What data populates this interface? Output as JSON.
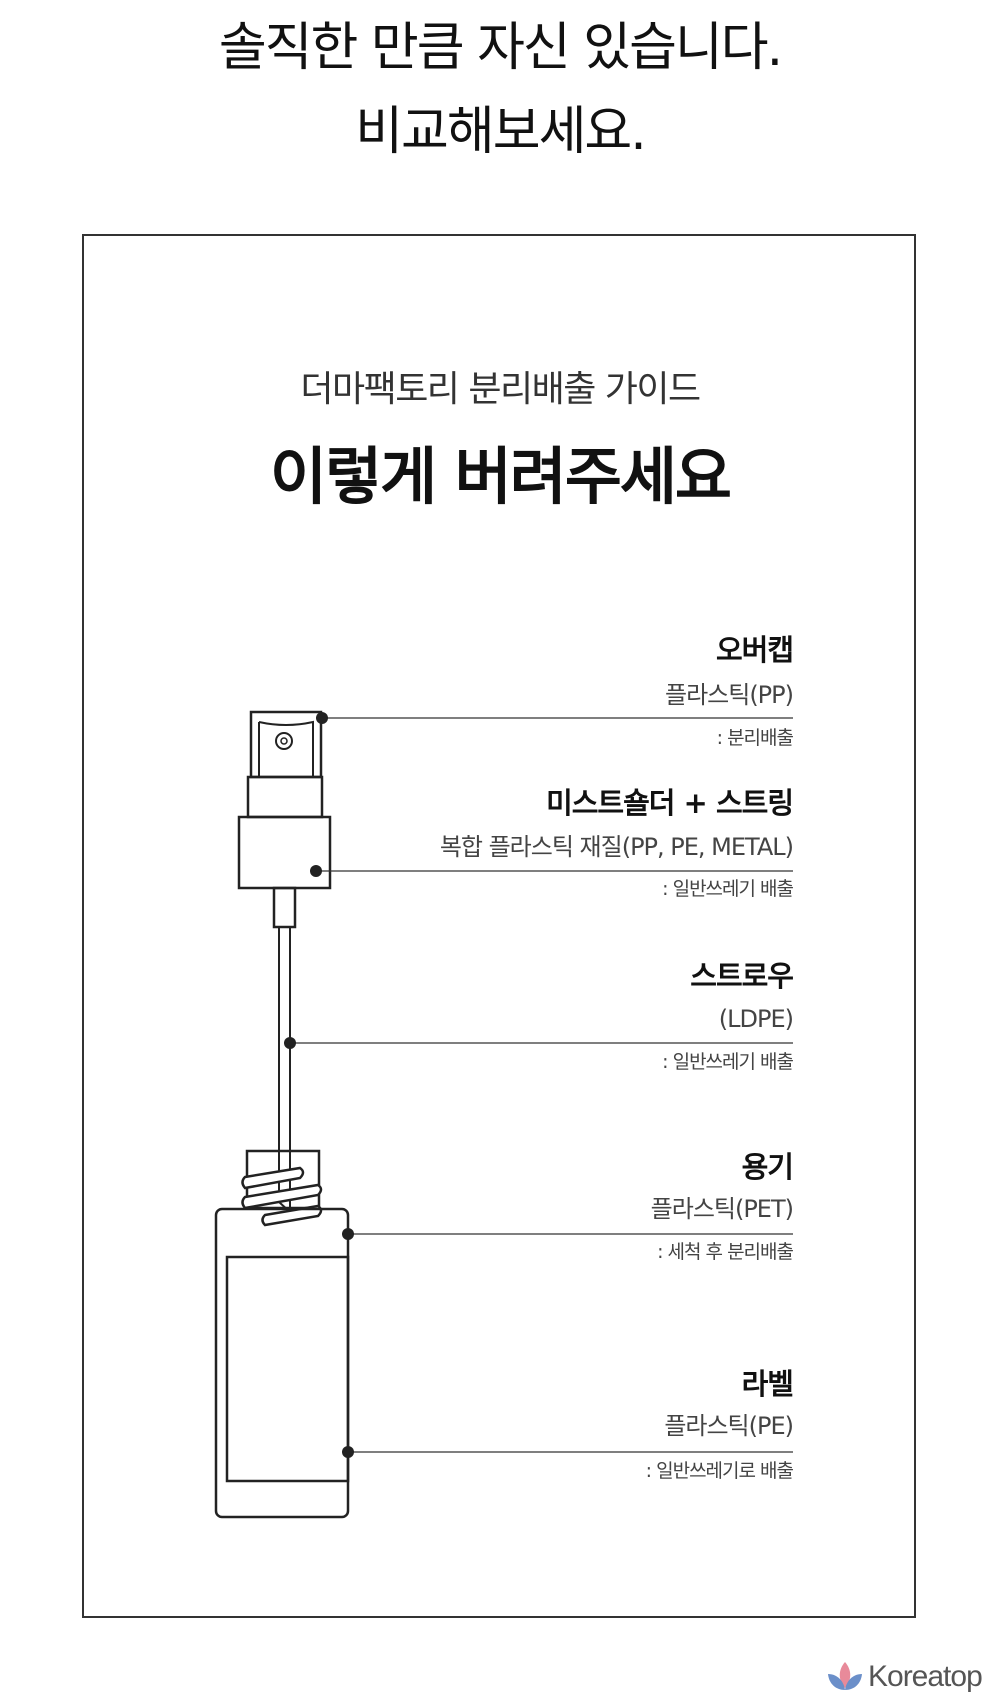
{
  "header": {
    "line1": "솔직한 만큼 자신 있습니다.",
    "line2": "비교해보세요."
  },
  "guide": {
    "subtitle": "더마팩토리 분리배출 가이드",
    "title": "이렇게 버려주세요",
    "parts": [
      {
        "name": "오버캡",
        "material": "플라스틱(PP)",
        "note": ": 분리배출"
      },
      {
        "name": "미스트숄더 + 스트링",
        "material": "복합 플라스틱 재질(PP, PE, METAL)",
        "note": ": 일반쓰레기 배출"
      },
      {
        "name": "스트로우",
        "material": "(LDPE)",
        "note": ": 일반쓰레기 배출"
      },
      {
        "name": "용기",
        "material": "플라스틱(PET)",
        "note": ": 세척 후 분리배출"
      },
      {
        "name": "라벨",
        "material": "플라스틱(PE)",
        "note": ": 일반쓰레기로 배출"
      }
    ]
  },
  "watermark": {
    "text": "Koreatop",
    "icon": "lotus-icon"
  },
  "colors": {
    "line": "#333333",
    "text": "#1a1a1a",
    "logo_pink": "#e88a9a",
    "logo_blue": "#6b8fc9"
  }
}
